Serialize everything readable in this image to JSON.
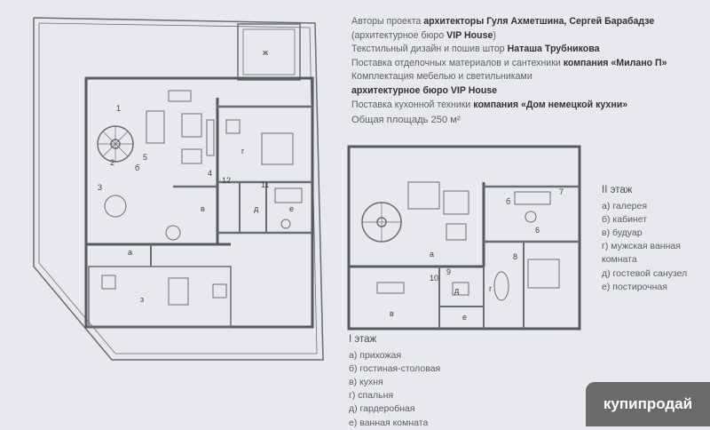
{
  "credits": {
    "line1": {
      "pre": "Авторы проекта ",
      "bold": "архитекторы Гуля Ахметшина, Сергей Барабадзе"
    },
    "line2": {
      "pre": "(архитектурное бюро ",
      "bold": "VIP House",
      "post": ")"
    },
    "line3": {
      "pre": "Текстильный дизайн и пошив штор ",
      "bold": "Наташа Трубникова"
    },
    "line4": {
      "pre": "Поставка отделочных материалов и сантехники ",
      "bold": "компания «Милано П»"
    },
    "line5": {
      "pre": "Комплектация мебелью и светильниками"
    },
    "line6": {
      "bold": "архитектурное бюро VIP House"
    },
    "line7": {
      "pre": "Поставка кухонной техники ",
      "bold": "компания «Дом немецкой кухни»"
    },
    "area": "Общая площадь 250 м²"
  },
  "floor1": {
    "title": "I этаж",
    "items": [
      "а) прихожая",
      "б) гостиная-столовая",
      "в) кухня",
      "г) спальня",
      "д) гардеробная",
      "е) ванная комната"
    ]
  },
  "floor2": {
    "title": "II этаж",
    "items": [
      "а) галерея",
      "б) кабинет",
      "в) будуар",
      "г) мужская ванная комната",
      "д) гостевой санузел",
      "е) постирочная"
    ]
  },
  "plan_labels": {
    "f1": [
      "ж",
      "1",
      "2",
      "3",
      "4",
      "5",
      "б",
      "г",
      "12",
      "11",
      "в",
      "д",
      "е",
      "а",
      "з"
    ],
    "f2": [
      "7",
      "б",
      "6",
      "а",
      "8",
      "9",
      "10",
      "в",
      "д",
      "г",
      "е"
    ]
  },
  "watermark": "купипродай"
}
